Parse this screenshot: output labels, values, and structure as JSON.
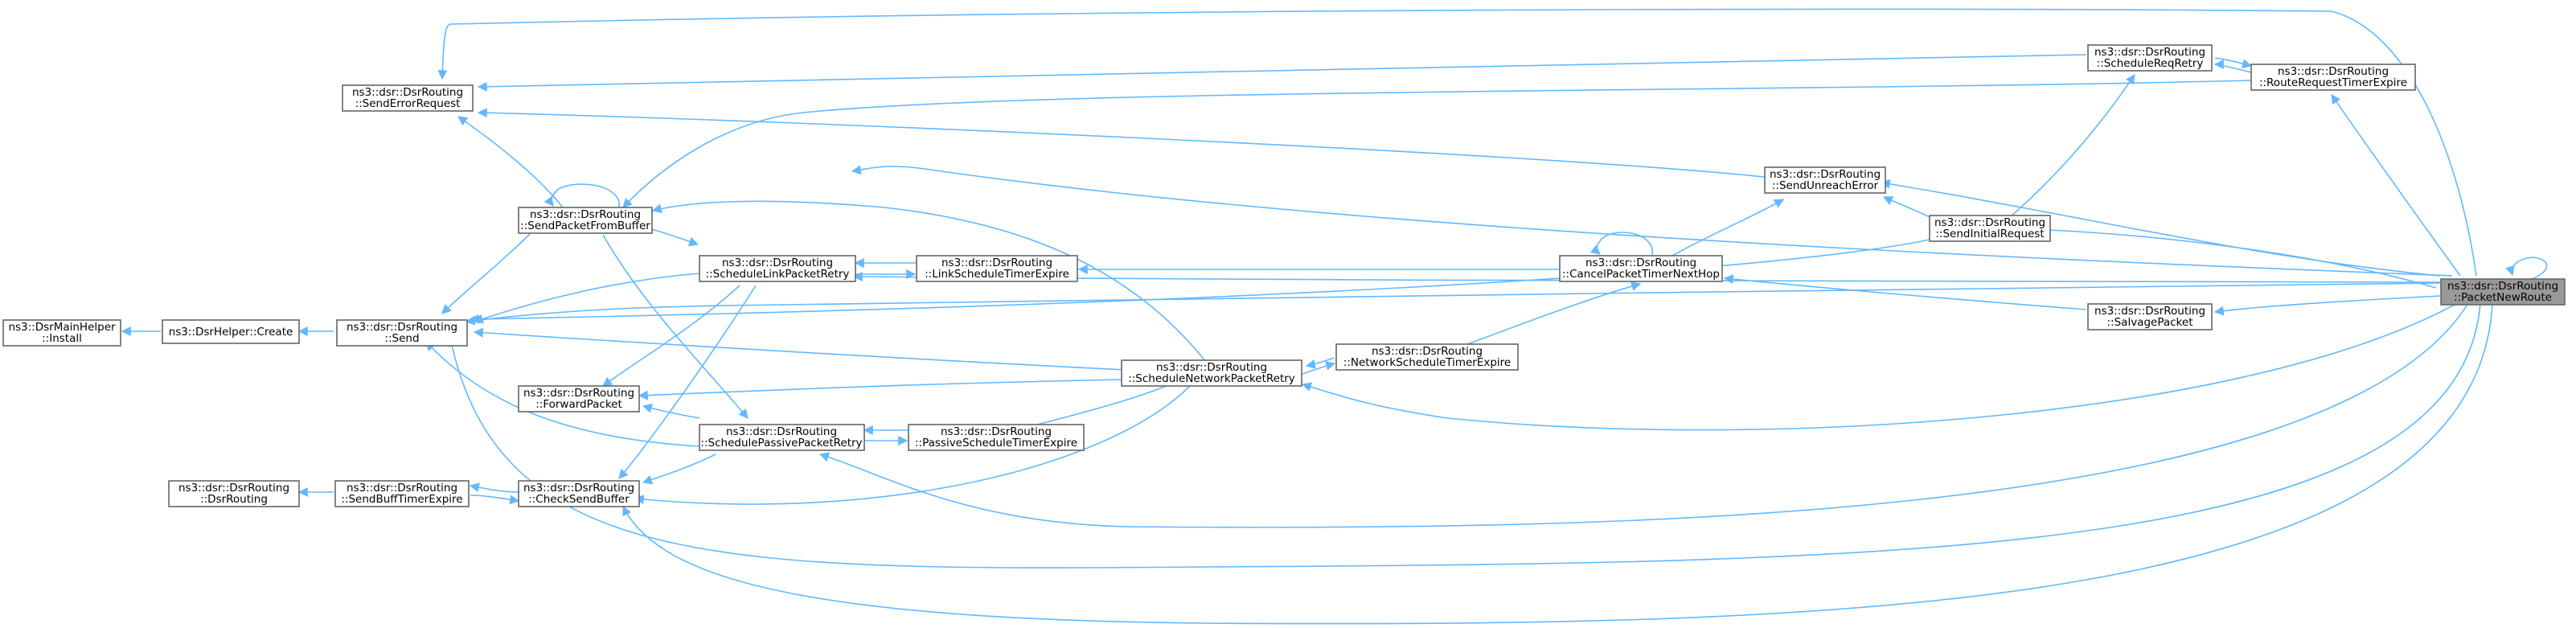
{
  "graph": {
    "colors": {
      "edge": "#63b8ff",
      "node_border": "#666666",
      "node_fill": "#ffffff",
      "focus_fill": "#999999"
    },
    "nodes": [
      {
        "id": "dsrmainhelper_install",
        "lines": [
          "ns3::DsrMainHelper",
          "::Install"
        ]
      },
      {
        "id": "dsrhelper_create",
        "lines": [
          "ns3::DsrHelper::Create"
        ]
      },
      {
        "id": "send",
        "lines": [
          "ns3::dsr::DsrRouting",
          "::Send"
        ]
      },
      {
        "id": "senderrorrequest",
        "lines": [
          "ns3::dsr::DsrRouting",
          "::SendErrorRequest"
        ]
      },
      {
        "id": "sendpacketfrombuffer",
        "lines": [
          "ns3::dsr::DsrRouting",
          "::SendPacketFromBuffer"
        ]
      },
      {
        "id": "forwardpacket",
        "lines": [
          "ns3::dsr::DsrRouting",
          "::ForwardPacket"
        ]
      },
      {
        "id": "checksendbuffer",
        "lines": [
          "ns3::dsr::DsrRouting",
          "::CheckSendBuffer"
        ]
      },
      {
        "id": "dsrrouting_ctor",
        "lines": [
          "ns3::dsr::DsrRouting",
          "::DsrRouting"
        ]
      },
      {
        "id": "sendbufftimerexpire",
        "lines": [
          "ns3::dsr::DsrRouting",
          "::SendBuffTimerExpire"
        ]
      },
      {
        "id": "schedulelinkpacketretry",
        "lines": [
          "ns3::dsr::DsrRouting",
          "::ScheduleLinkPacketRetry"
        ]
      },
      {
        "id": "schedulepassivepacketretry",
        "lines": [
          "ns3::dsr::DsrRouting",
          "::SchedulePassivePacketRetry"
        ]
      },
      {
        "id": "linkscheduletimerexpire",
        "lines": [
          "ns3::dsr::DsrRouting",
          "::LinkScheduleTimerExpire"
        ]
      },
      {
        "id": "passivescheduletimerexpire",
        "lines": [
          "ns3::dsr::DsrRouting",
          "::PassiveScheduleTimerExpire"
        ]
      },
      {
        "id": "schedulenetworkpacketretry",
        "lines": [
          "ns3::dsr::DsrRouting",
          "::ScheduleNetworkPacketRetry"
        ]
      },
      {
        "id": "networkscheduletimerexpire",
        "lines": [
          "ns3::dsr::DsrRouting",
          "::NetworkScheduleTimerExpire"
        ]
      },
      {
        "id": "cancelpackettimernexthop",
        "lines": [
          "ns3::dsr::DsrRouting",
          "::CancelPacketTimerNextHop"
        ]
      },
      {
        "id": "sendunreacherror",
        "lines": [
          "ns3::dsr::DsrRouting",
          "::SendUnreachError"
        ]
      },
      {
        "id": "sendinitialrequest",
        "lines": [
          "ns3::dsr::DsrRouting",
          "::SendInitialRequest"
        ]
      },
      {
        "id": "schedulereqretry",
        "lines": [
          "ns3::dsr::DsrRouting",
          "::ScheduleReqRetry"
        ]
      },
      {
        "id": "routerequesttimerexpire",
        "lines": [
          "ns3::dsr::DsrRouting",
          "::RouteRequestTimerExpire"
        ]
      },
      {
        "id": "salvagepacket",
        "lines": [
          "ns3::dsr::DsrRouting",
          "::SalvagePacket"
        ]
      },
      {
        "id": "packetnewroute",
        "lines": [
          "ns3::dsr::DsrRouting",
          "::PacketNewRoute"
        ],
        "focus": true
      }
    ]
  }
}
